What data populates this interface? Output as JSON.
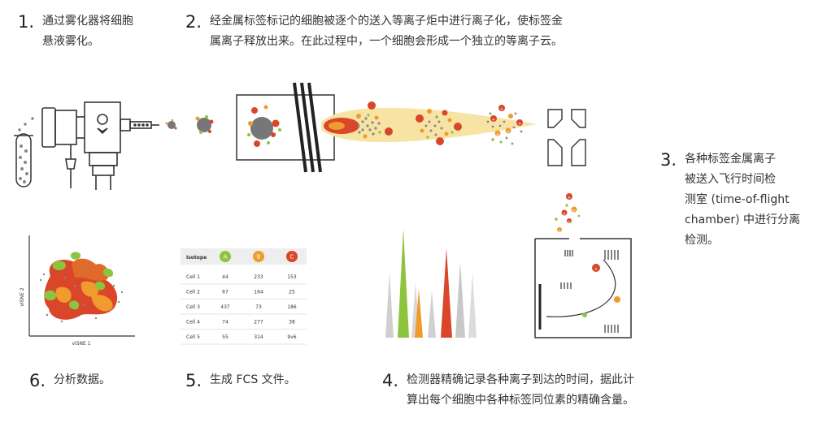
{
  "steps": {
    "s1": {
      "num": "1.",
      "text": "通过雾化器将细胞\n悬液雾化。"
    },
    "s2": {
      "num": "2.",
      "text": "经金属标签标记的细胞被逐个的送入等离子炬中进行离子化，使标签金\n属离子释放出来。在此过程中，一个细胞会形成一个独立的等离子云。"
    },
    "s3": {
      "num": "3.",
      "text": "各种标签金属离子\n被送入飞行时间检\n测室 (time-of-flight\nchamber) 中进行分离\n检测。"
    },
    "s4": {
      "num": "4.",
      "text": "检测器精确记录各种离子到达的时间，据此计\n算出每个细胞中各种标签同位素的精确含量。"
    },
    "s5": {
      "num": "5.",
      "text": "生成 FCS 文件。"
    },
    "s6": {
      "num": "6.",
      "text": "分析数据。"
    }
  },
  "tsne": {
    "xlabel": "viSNE 1",
    "ylabel": "viSNE 2"
  },
  "table": {
    "header": {
      "label": "Isotope",
      "a": "A",
      "b": "B",
      "c": "C"
    },
    "rows": [
      {
        "cell": "Cell 1",
        "a": "44",
        "b": "233",
        "c": "153"
      },
      {
        "cell": "Cell 2",
        "a": "67",
        "b": "164",
        "c": "25"
      },
      {
        "cell": "Cell 3",
        "a": "437",
        "b": "73",
        "c": "186"
      },
      {
        "cell": "Cell 4",
        "a": "74",
        "b": "277",
        "c": "38"
      },
      {
        "cell": "Cell 5",
        "a": "55",
        "b": "314",
        "c": "9v6"
      }
    ]
  },
  "colors": {
    "red": "#d9462a",
    "orange": "#ef9b2d",
    "green": "#8cc43f",
    "gray": "#888888",
    "plasma": "#f7e3a3"
  },
  "ions": {
    "plus": "+"
  }
}
